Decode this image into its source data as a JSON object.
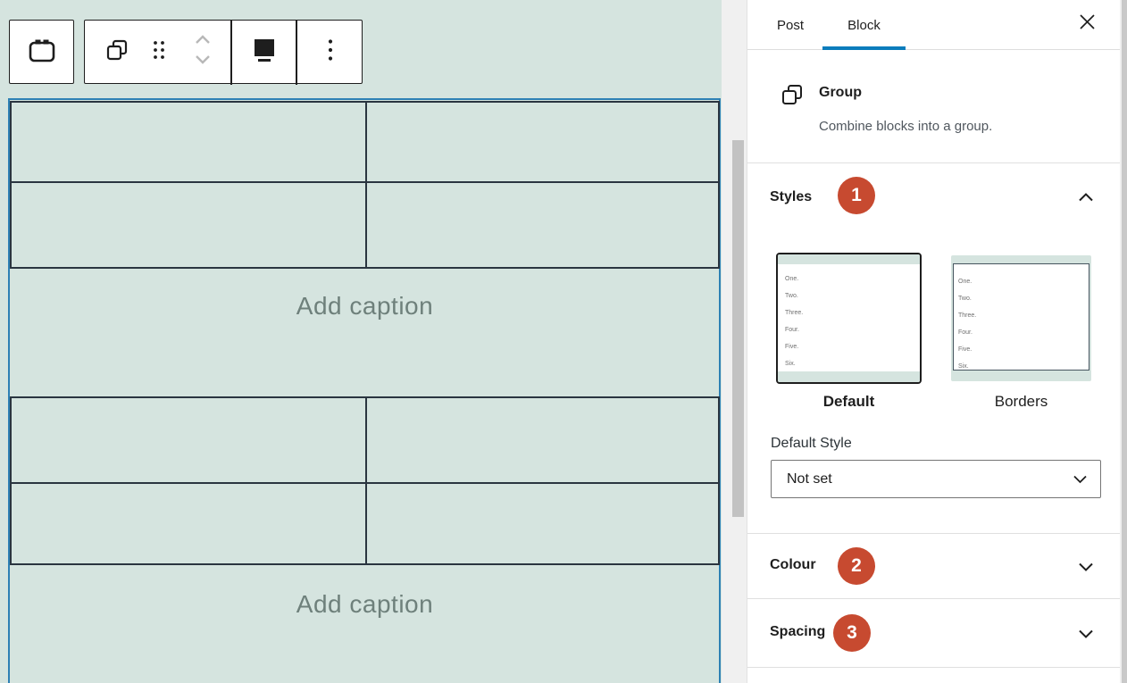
{
  "editor": {
    "toolbar": {
      "buttons": {
        "parent_selector": "toolbox-icon",
        "block_switcher": "group-icon",
        "drag": "drag-handle-icon",
        "move_up": "chevron-up-icon",
        "move_down": "chevron-down-icon",
        "display": "monitor-icon",
        "options": "ellipsis-icon"
      }
    },
    "figures": [
      {
        "caption": "Add caption"
      },
      {
        "caption": "Add caption"
      }
    ]
  },
  "sidebar": {
    "tabs": {
      "post": "Post",
      "block": "Block"
    },
    "block_card": {
      "title": "Group",
      "description": "Combine blocks into a group."
    },
    "styles": {
      "heading": "Styles",
      "badge": "1",
      "preview_lines": [
        "One.",
        "Two.",
        "Three.",
        "Four.",
        "Five.",
        "Six."
      ],
      "variants": [
        {
          "label": "Default"
        },
        {
          "label": "Borders"
        }
      ],
      "default_style_label": "Default Style",
      "default_style_value": "Not set"
    },
    "colour": {
      "heading": "Colour",
      "badge": "2"
    },
    "spacing": {
      "heading": "Spacing",
      "badge": "3"
    }
  },
  "colors": {
    "canvas_green": "#d5e4df",
    "table_border": "#2a3540",
    "selection_blue": "#2d80b4",
    "accent_blue": "#0a7cbc",
    "badge_red": "#c74a30"
  }
}
